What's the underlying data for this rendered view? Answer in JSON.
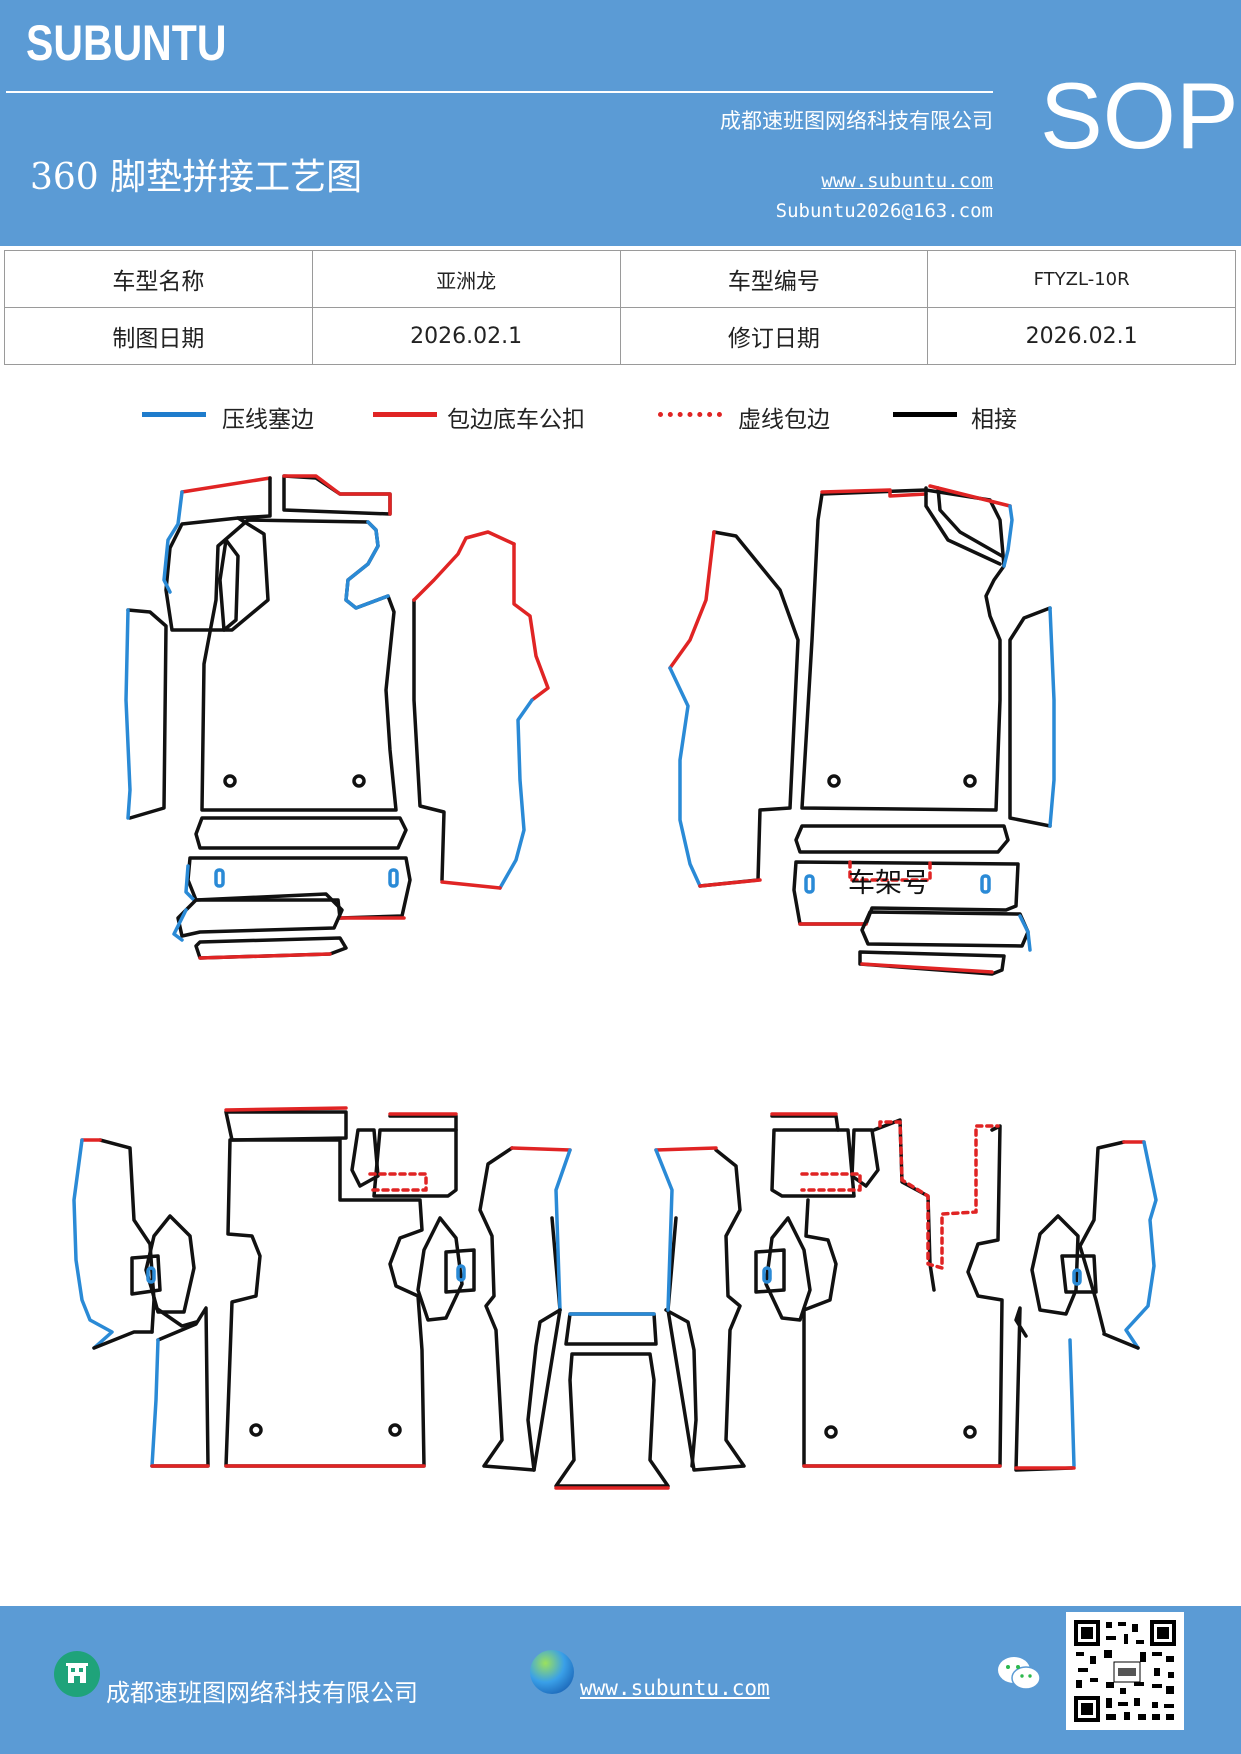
{
  "header": {
    "brand": "SUBUNTU",
    "company": "成都速班图网络科技有限公司",
    "title": "360 脚垫拼接工艺图",
    "website": "www.subuntu.com",
    "email": "Subuntu2026@163.com",
    "badge": "SOP",
    "background_color": "#5b9bd5"
  },
  "info_table": {
    "rows": [
      [
        {
          "label": "车型名称",
          "value": "亚洲龙"
        },
        {
          "label": "车型编号",
          "value": "FTYZL-10R"
        }
      ],
      [
        {
          "label": "制图日期",
          "value": "2026.02.1"
        },
        {
          "label": "修订日期",
          "value": "2026.02.1"
        }
      ]
    ]
  },
  "legend": [
    {
      "label": "压线塞边",
      "color": "#1f7ccc",
      "style": "solid"
    },
    {
      "label": "包边底车公扣",
      "color": "#e02424",
      "style": "solid"
    },
    {
      "label": "虚线包边",
      "color": "#e02424",
      "style": "dotted"
    },
    {
      "label": "相接",
      "color": "#000000",
      "style": "solid"
    }
  ],
  "diagram": {
    "frame_label": "车架号",
    "colors": {
      "press": "#2a8ad6",
      "wrap": "#e02424",
      "join": "#111111"
    }
  },
  "footer": {
    "company": "成都速班图网络科技有限公司",
    "website": "www.subuntu.com",
    "icons": [
      "building-icon",
      "globe-icon",
      "wechat-icon",
      "qr-code"
    ]
  }
}
